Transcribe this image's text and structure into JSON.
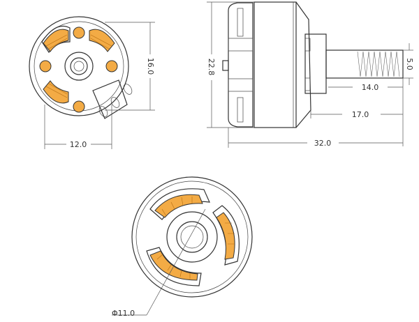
{
  "title": "Brushless motor dimension drawing",
  "accent_color": "#f3ab45",
  "dimensions": {
    "front_mount_height": "16.0",
    "front_mount_width": "12.0",
    "body_diameter": "22.8",
    "shaft_diameter": "5.0",
    "shaft_thread_length": "14.0",
    "shaft_length": "17.0",
    "overall_length": "32.0",
    "hub_diameter": "Φ11.0"
  }
}
